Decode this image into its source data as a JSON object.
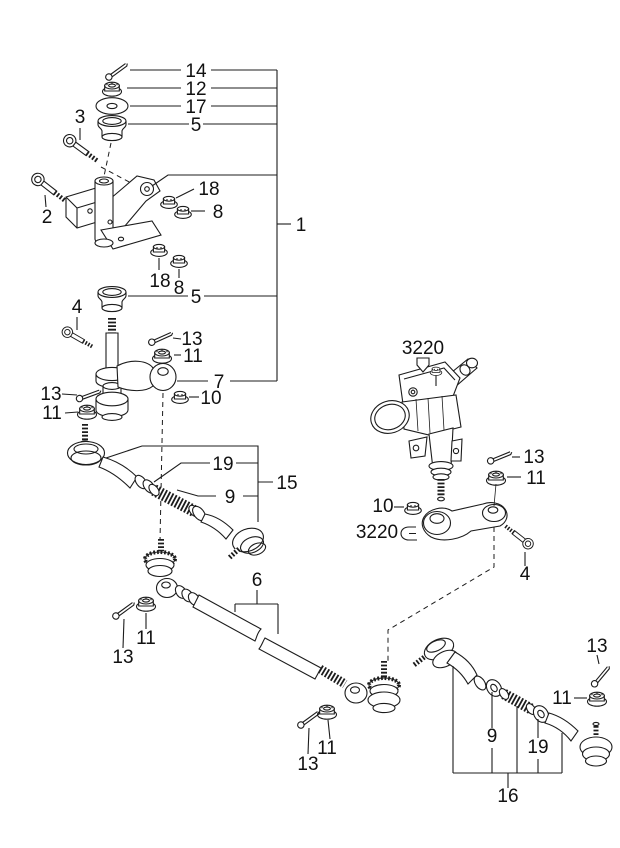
{
  "diagram": {
    "type": "exploded-parts-diagram",
    "subject": "Steering linkage and gear assembly",
    "background": "#ffffff",
    "line_color": "#1c1c1c",
    "text_color": "#111111",
    "callouts": {
      "c14": "14",
      "c12": "12",
      "c17": "17",
      "c5a": "5",
      "c3": "3",
      "c2": "2",
      "c18a": "18",
      "c8a": "8",
      "c1": "1",
      "c18b": "18",
      "c8b": "8",
      "c5b": "5",
      "c4a": "4",
      "c13a": "13",
      "c11a": "11",
      "c7": "7",
      "c10a": "10",
      "c13b": "13",
      "c11b": "11",
      "c19a": "19",
      "c15": "15",
      "c9a": "9",
      "c6": "6",
      "c11c": "11",
      "c13c": "13",
      "c11d": "11",
      "c13d": "13",
      "c3220a": "3220",
      "c13e": "13",
      "c11e": "11",
      "c10b": "10",
      "c3220b": "3220",
      "c4b": "4",
      "c13f": "13",
      "c11f": "11",
      "c9b": "9",
      "c19b": "19",
      "c16": "16"
    }
  }
}
